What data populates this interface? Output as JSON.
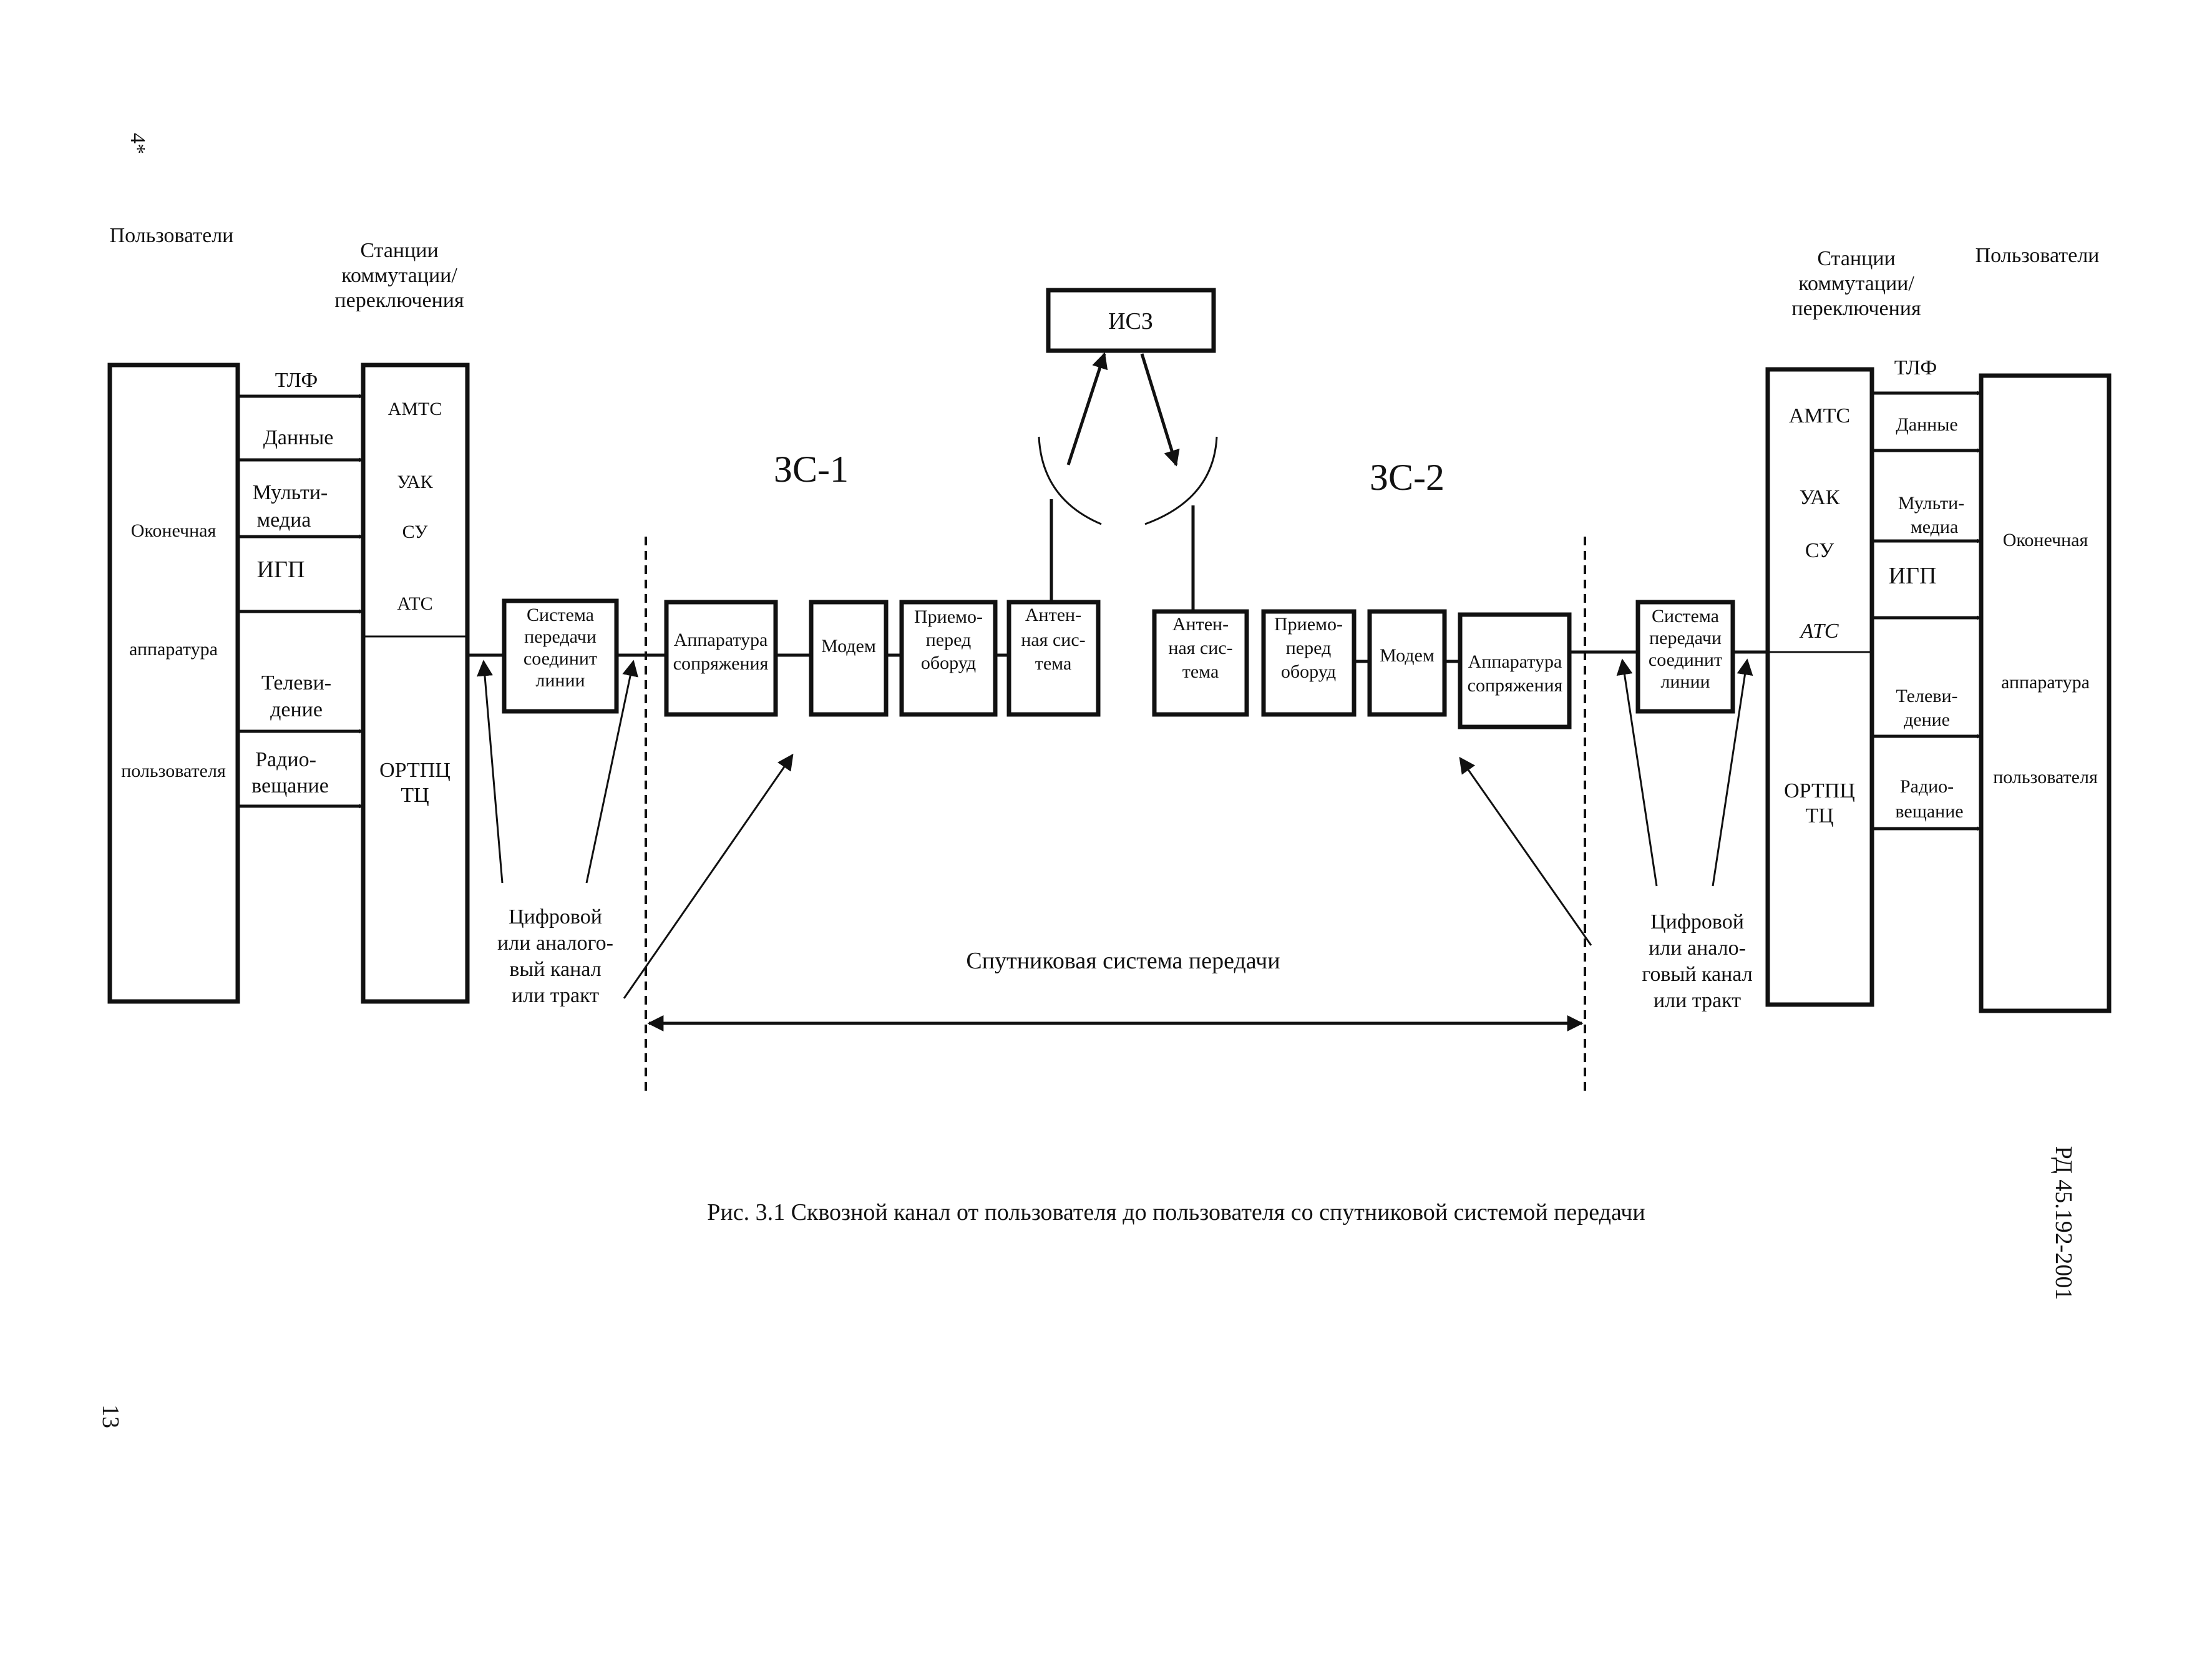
{
  "page_marks": {
    "top_mark": "4*",
    "page_number": "13",
    "document_id": "РД 45.192-2001"
  },
  "caption": "Рис. 3.1 Сквозной канал от пользователя до пользователя со спутниковой системой передачи",
  "left": {
    "users_heading": "Пользователи",
    "stations_heading": [
      "Станции",
      "коммутации/",
      "переключения"
    ],
    "terminal": [
      "Оконечная",
      "аппаратура",
      "пользователя"
    ],
    "services": [
      "ТЛФ",
      "Данные",
      "Мульти-",
      "медиа",
      "ИГП",
      "Телеви-",
      "дение",
      "Радио-",
      "вещание"
    ],
    "station_items": [
      "АМТС",
      "УАК",
      "СУ",
      "АТС",
      "ОРТПЦ",
      "ТЦ"
    ],
    "transmission": [
      "Система",
      "передачи",
      "соединит",
      "линии"
    ],
    "channel_note": [
      "Цифровой",
      "или аналого-",
      "вый канал",
      "или тракт"
    ]
  },
  "right": {
    "users_heading": "Пользователи",
    "stations_heading": [
      "Станции",
      "коммутации/",
      "переключения"
    ],
    "terminal": [
      "Оконечная",
      "аппаратура",
      "пользователя"
    ],
    "services": [
      "ТЛФ",
      "Данные",
      "Мульти-",
      "медиа",
      "ИГП",
      "Телеви-",
      "дение",
      "Радио-",
      "вещание"
    ],
    "station_items": [
      "АМТС",
      "УАК",
      "СУ",
      "АТС",
      "ОРТПЦ",
      "ТЦ"
    ],
    "transmission": [
      "Система",
      "передачи",
      "соединит",
      "линии"
    ],
    "channel_note": [
      "Цифровой",
      "или анало-",
      "говый канал",
      "или тракт"
    ]
  },
  "satellite": "ИСЗ",
  "earth_station_1": {
    "label": "ЗС-1",
    "interface": [
      "Аппаратура",
      "сопряжения"
    ],
    "modem": "Модем",
    "transceiver": [
      "Приемо-",
      "перед",
      "оборуд"
    ],
    "antenna": [
      "Антен-",
      "ная сис-",
      "тема"
    ]
  },
  "earth_station_2": {
    "label": "ЗС-2",
    "antenna": [
      "Антен-",
      "ная сис-",
      "тема"
    ],
    "transceiver": [
      "Приемо-",
      "перед",
      "оборуд"
    ],
    "modem": "Модем",
    "interface": [
      "Аппаратура",
      "сопряжения"
    ]
  },
  "satellite_system_label": "Спутниковая система передачи"
}
